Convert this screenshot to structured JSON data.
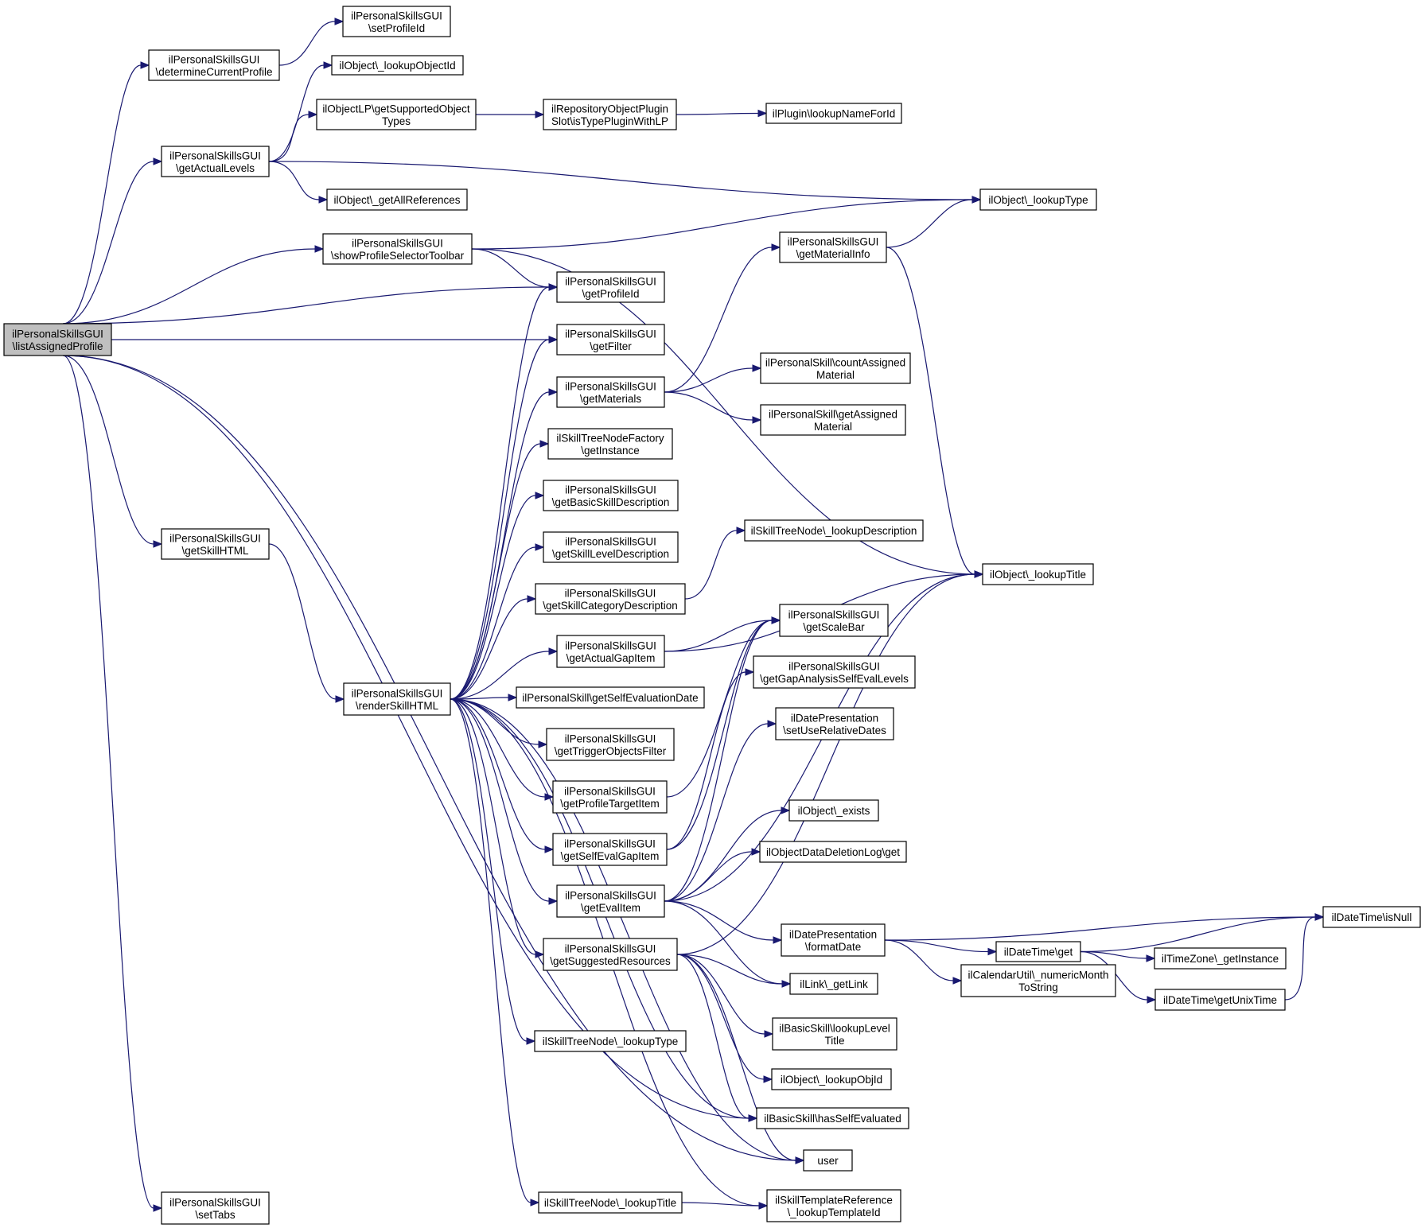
{
  "graph": {
    "nodes": [
      {
        "id": "root",
        "lines": [
          "ilPersonalSkillsGUI",
          "\\listAssignedProfile"
        ],
        "root": true
      },
      {
        "id": "setProfileId",
        "lines": [
          "ilPersonalSkillsGUI",
          "\\setProfileId"
        ]
      },
      {
        "id": "determineCurrentProfile",
        "lines": [
          "ilPersonalSkillsGUI",
          "\\determineCurrentProfile"
        ]
      },
      {
        "id": "lookupObjectId",
        "lines": [
          "ilObject\\_lookupObjectId"
        ]
      },
      {
        "id": "getSupportedObjectTypes",
        "lines": [
          "ilObjectLP\\getSupportedObject",
          "Types"
        ]
      },
      {
        "id": "isTypePluginWithLP",
        "lines": [
          "ilRepositoryObjectPlugin",
          "Slot\\isTypePluginWithLP"
        ]
      },
      {
        "id": "lookupNameForId",
        "lines": [
          "ilPlugin\\lookupNameForId"
        ]
      },
      {
        "id": "getActualLevels",
        "lines": [
          "ilPersonalSkillsGUI",
          "\\getActualLevels"
        ]
      },
      {
        "id": "getAllReferences",
        "lines": [
          "ilObject\\_getAllReferences"
        ]
      },
      {
        "id": "lookupType",
        "lines": [
          "ilObject\\_lookupType"
        ]
      },
      {
        "id": "showProfileSelectorToolbar",
        "lines": [
          "ilPersonalSkillsGUI",
          "\\showProfileSelectorToolbar"
        ]
      },
      {
        "id": "getMaterialInfo",
        "lines": [
          "ilPersonalSkillsGUI",
          "\\getMaterialInfo"
        ]
      },
      {
        "id": "getProfileId",
        "lines": [
          "ilPersonalSkillsGUI",
          "\\getProfileId"
        ]
      },
      {
        "id": "getFilter",
        "lines": [
          "ilPersonalSkillsGUI",
          "\\getFilter"
        ]
      },
      {
        "id": "countAssignedMaterial",
        "lines": [
          "ilPersonalSkill\\countAssigned",
          "Material"
        ]
      },
      {
        "id": "getMaterials",
        "lines": [
          "ilPersonalSkillsGUI",
          "\\getMaterials"
        ]
      },
      {
        "id": "getAssignedMaterial",
        "lines": [
          "ilPersonalSkill\\getAssigned",
          "Material"
        ]
      },
      {
        "id": "getInstanceFactory",
        "lines": [
          "ilSkillTreeNodeFactory",
          "\\getInstance"
        ]
      },
      {
        "id": "getBasicSkillDescription",
        "lines": [
          "ilPersonalSkillsGUI",
          "\\getBasicSkillDescription"
        ]
      },
      {
        "id": "getSkillHTML",
        "lines": [
          "ilPersonalSkillsGUI",
          "\\getSkillHTML"
        ]
      },
      {
        "id": "getSkillLevelDescription",
        "lines": [
          "ilPersonalSkillsGUI",
          "\\getSkillLevelDescription"
        ]
      },
      {
        "id": "lookupDescription",
        "lines": [
          "ilSkillTreeNode\\_lookupDescription"
        ]
      },
      {
        "id": "getSkillCategoryDescription",
        "lines": [
          "ilPersonalSkillsGUI",
          "\\getSkillCategoryDescription"
        ]
      },
      {
        "id": "lookupTitle",
        "lines": [
          "ilObject\\_lookupTitle"
        ]
      },
      {
        "id": "getScaleBar",
        "lines": [
          "ilPersonalSkillsGUI",
          "\\getScaleBar"
        ]
      },
      {
        "id": "getActualGapItem",
        "lines": [
          "ilPersonalSkillsGUI",
          "\\getActualGapItem"
        ]
      },
      {
        "id": "getGapAnalysisSelfEvalLevels",
        "lines": [
          "ilPersonalSkillsGUI",
          "\\getGapAnalysisSelfEvalLevels"
        ]
      },
      {
        "id": "renderSkillHTML",
        "lines": [
          "ilPersonalSkillsGUI",
          "\\renderSkillHTML"
        ]
      },
      {
        "id": "getSelfEvaluationDate",
        "lines": [
          "ilPersonalSkill\\getSelfEvaluationDate"
        ]
      },
      {
        "id": "setUseRelativeDates",
        "lines": [
          "ilDatePresentation",
          "\\setUseRelativeDates"
        ]
      },
      {
        "id": "getTriggerObjectsFilter",
        "lines": [
          "ilPersonalSkillsGUI",
          "\\getTriggerObjectsFilter"
        ]
      },
      {
        "id": "getProfileTargetItem",
        "lines": [
          "ilPersonalSkillsGUI",
          "\\getProfileTargetItem"
        ]
      },
      {
        "id": "exists",
        "lines": [
          "ilObject\\_exists"
        ]
      },
      {
        "id": "getSelfEvalGapItem",
        "lines": [
          "ilPersonalSkillsGUI",
          "\\getSelfEvalGapItem"
        ]
      },
      {
        "id": "deletionLogGet",
        "lines": [
          "ilObjectDataDeletionLog\\get"
        ]
      },
      {
        "id": "getEvalItem",
        "lines": [
          "ilPersonalSkillsGUI",
          "\\getEvalItem"
        ]
      },
      {
        "id": "isNull",
        "lines": [
          "ilDateTime\\isNull"
        ]
      },
      {
        "id": "formatDate",
        "lines": [
          "ilDatePresentation",
          "\\formatDate"
        ]
      },
      {
        "id": "dateTimeGet",
        "lines": [
          "ilDateTime\\get"
        ]
      },
      {
        "id": "getSuggestedResources",
        "lines": [
          "ilPersonalSkillsGUI",
          "\\getSuggestedResources"
        ]
      },
      {
        "id": "tzGetInstance",
        "lines": [
          "ilTimeZone\\_getInstance"
        ]
      },
      {
        "id": "getLink",
        "lines": [
          "ilLink\\_getLink"
        ]
      },
      {
        "id": "numericMonthToString",
        "lines": [
          "ilCalendarUtil\\_numericMonth",
          "ToString"
        ]
      },
      {
        "id": "getUnixTime",
        "lines": [
          "ilDateTime\\getUnixTime"
        ]
      },
      {
        "id": "lookupLevelTitle",
        "lines": [
          "ilBasicSkill\\lookupLevel",
          "Title"
        ]
      },
      {
        "id": "lookupSkillType",
        "lines": [
          "ilSkillTreeNode\\_lookupType"
        ]
      },
      {
        "id": "lookupObjId",
        "lines": [
          "ilObject\\_lookupObjId"
        ]
      },
      {
        "id": "hasSelfEvaluated",
        "lines": [
          "ilBasicSkill\\hasSelfEvaluated"
        ]
      },
      {
        "id": "user",
        "lines": [
          "user"
        ]
      },
      {
        "id": "setTabs",
        "lines": [
          "ilPersonalSkillsGUI",
          "\\setTabs"
        ]
      },
      {
        "id": "lookupSkillTitle",
        "lines": [
          "ilSkillTreeNode\\_lookupTitle"
        ]
      },
      {
        "id": "lookupTemplateId",
        "lines": [
          "ilSkillTemplateReference",
          "\\_lookupTemplateId"
        ]
      }
    ],
    "edges": [
      {
        "from": "root",
        "to": "determineCurrentProfile"
      },
      {
        "from": "determineCurrentProfile",
        "to": "setProfileId"
      },
      {
        "from": "root",
        "to": "getActualLevels"
      },
      {
        "from": "getActualLevels",
        "to": "lookupObjectId"
      },
      {
        "from": "getActualLevels",
        "to": "getSupportedObjectTypes"
      },
      {
        "from": "getSupportedObjectTypes",
        "to": "isTypePluginWithLP"
      },
      {
        "from": "isTypePluginWithLP",
        "to": "lookupNameForId"
      },
      {
        "from": "getActualLevels",
        "to": "lookupType"
      },
      {
        "from": "getActualLevels",
        "to": "getAllReferences"
      },
      {
        "from": "root",
        "to": "showProfileSelectorToolbar"
      },
      {
        "from": "showProfileSelectorToolbar",
        "to": "lookupType"
      },
      {
        "from": "showProfileSelectorToolbar",
        "to": "getProfileId"
      },
      {
        "from": "showProfileSelectorToolbar",
        "to": "lookupTitle"
      },
      {
        "from": "root",
        "to": "getProfileId"
      },
      {
        "from": "root",
        "to": "getFilter"
      },
      {
        "from": "root",
        "to": "getSkillHTML"
      },
      {
        "from": "root",
        "to": "hasSelfEvaluated"
      },
      {
        "from": "root",
        "to": "user"
      },
      {
        "from": "root",
        "to": "setTabs"
      },
      {
        "from": "getSkillHTML",
        "to": "renderSkillHTML"
      },
      {
        "from": "renderSkillHTML",
        "to": "getProfileId"
      },
      {
        "from": "renderSkillHTML",
        "to": "getFilter"
      },
      {
        "from": "renderSkillHTML",
        "to": "getMaterials"
      },
      {
        "from": "renderSkillHTML",
        "to": "getInstanceFactory"
      },
      {
        "from": "renderSkillHTML",
        "to": "getBasicSkillDescription"
      },
      {
        "from": "renderSkillHTML",
        "to": "getSkillLevelDescription"
      },
      {
        "from": "renderSkillHTML",
        "to": "getSkillCategoryDescription"
      },
      {
        "from": "renderSkillHTML",
        "to": "getActualGapItem"
      },
      {
        "from": "renderSkillHTML",
        "to": "getSelfEvaluationDate"
      },
      {
        "from": "renderSkillHTML",
        "to": "getTriggerObjectsFilter"
      },
      {
        "from": "renderSkillHTML",
        "to": "getProfileTargetItem"
      },
      {
        "from": "renderSkillHTML",
        "to": "getSelfEvalGapItem"
      },
      {
        "from": "renderSkillHTML",
        "to": "getEvalItem"
      },
      {
        "from": "renderSkillHTML",
        "to": "getSuggestedResources"
      },
      {
        "from": "renderSkillHTML",
        "to": "lookupSkillType"
      },
      {
        "from": "renderSkillHTML",
        "to": "lookupSkillTitle"
      },
      {
        "from": "renderSkillHTML",
        "to": "lookupTemplateId"
      },
      {
        "from": "renderSkillHTML",
        "to": "user"
      },
      {
        "from": "renderSkillHTML",
        "to": "hasSelfEvaluated"
      },
      {
        "from": "getMaterials",
        "to": "getMaterialInfo"
      },
      {
        "from": "getMaterials",
        "to": "countAssignedMaterial"
      },
      {
        "from": "getMaterials",
        "to": "getAssignedMaterial"
      },
      {
        "from": "getMaterialInfo",
        "to": "lookupType"
      },
      {
        "from": "getMaterialInfo",
        "to": "lookupTitle"
      },
      {
        "from": "getSkillCategoryDescription",
        "to": "lookupDescription"
      },
      {
        "from": "getActualGapItem",
        "to": "lookupTitle"
      },
      {
        "from": "getActualGapItem",
        "to": "getScaleBar"
      },
      {
        "from": "getProfileTargetItem",
        "to": "getScaleBar"
      },
      {
        "from": "getSelfEvalGapItem",
        "to": "getScaleBar"
      },
      {
        "from": "getSelfEvalGapItem",
        "to": "getGapAnalysisSelfEvalLevels"
      },
      {
        "from": "getEvalItem",
        "to": "getScaleBar"
      },
      {
        "from": "getEvalItem",
        "to": "setUseRelativeDates"
      },
      {
        "from": "getEvalItem",
        "to": "lookupTitle"
      },
      {
        "from": "getEvalItem",
        "to": "exists"
      },
      {
        "from": "getEvalItem",
        "to": "deletionLogGet"
      },
      {
        "from": "getEvalItem",
        "to": "formatDate"
      },
      {
        "from": "getEvalItem",
        "to": "getLink"
      },
      {
        "from": "formatDate",
        "to": "isNull"
      },
      {
        "from": "formatDate",
        "to": "dateTimeGet"
      },
      {
        "from": "formatDate",
        "to": "numericMonthToString"
      },
      {
        "from": "dateTimeGet",
        "to": "isNull"
      },
      {
        "from": "dateTimeGet",
        "to": "tzGetInstance"
      },
      {
        "from": "dateTimeGet",
        "to": "getUnixTime"
      },
      {
        "from": "getUnixTime",
        "to": "isNull"
      },
      {
        "from": "getSuggestedResources",
        "to": "lookupTitle"
      },
      {
        "from": "getSuggestedResources",
        "to": "getLink"
      },
      {
        "from": "getSuggestedResources",
        "to": "lookupLevelTitle"
      },
      {
        "from": "getSuggestedResources",
        "to": "lookupObjId"
      },
      {
        "from": "getSuggestedResources",
        "to": "hasSelfEvaluated"
      },
      {
        "from": "getSuggestedResources",
        "to": "user"
      },
      {
        "from": "lookupSkillTitle",
        "to": "lookupTemplateId"
      }
    ]
  }
}
